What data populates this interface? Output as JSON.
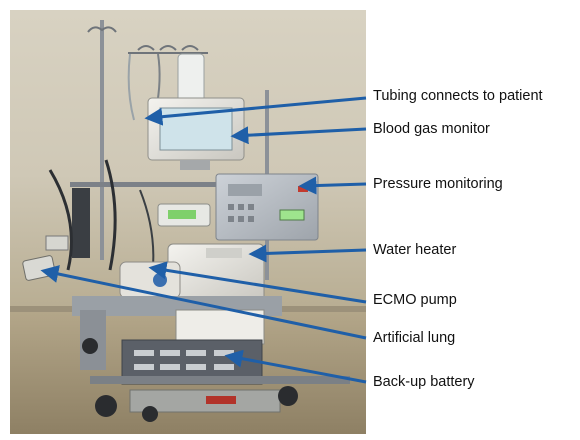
{
  "labels": {
    "tubing": "Tubing connects to patient",
    "blood_gas": "Blood gas monitor",
    "pressure": "Pressure monitoring",
    "water_heater": "Water heater",
    "ecmo_pump": "ECMO pump",
    "artificial_lung": "Artificial lung",
    "battery": "Back-up battery"
  },
  "colors": {
    "arrow": "#1f5fa8",
    "wall": "#d9d3c3",
    "floor": "#a89a7e",
    "metal": "#8a8f96",
    "device_white": "#eceae4",
    "panel_grey": "#b9bec4"
  }
}
